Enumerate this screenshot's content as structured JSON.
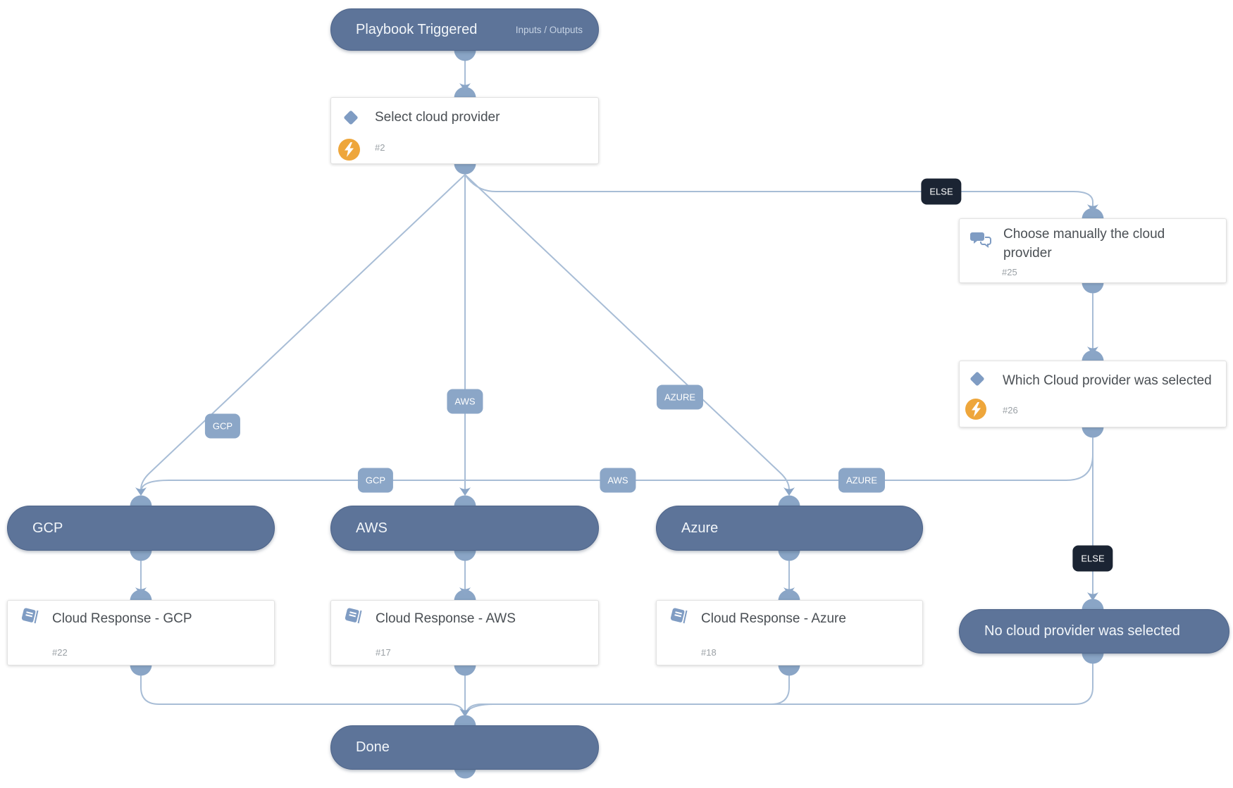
{
  "app": {
    "view": "playbook-workflow-canvas"
  },
  "colors": {
    "node_fill": "#5d7499",
    "node_border": "#4e6489",
    "connector_dot": "#8aa5c6",
    "wire": "#a8bdd6",
    "branch_label_bg": "#8ba6c7",
    "else_label_bg": "#1b2433",
    "card_bg": "#ffffff",
    "card_title": "#4a4f54",
    "task_id_text": "#9aa0a5",
    "automation_badge": "#eea63b",
    "task_icon_blue": "#7f9cc3"
  },
  "nodes": {
    "playbook": {
      "title": "Playbook Triggered",
      "io_link": "Inputs / Outputs"
    },
    "select": {
      "title": "Select cloud provider",
      "id": "#2",
      "icon": "condition-diamond-icon",
      "badge_icon": "automation-lightning-icon"
    },
    "choose": {
      "title": "Choose manually the cloud provider",
      "id": "#25",
      "icon": "manual-chat-icon"
    },
    "which": {
      "title": "Which Cloud provider was selected",
      "id": "#26",
      "icon": "condition-diamond-icon",
      "badge_icon": "automation-lightning-icon"
    },
    "gcp_header": {
      "title": "GCP"
    },
    "aws_header": {
      "title": "AWS"
    },
    "azure_header": {
      "title": "Azure"
    },
    "resp_gcp": {
      "title": "Cloud Response - GCP",
      "id": "#22",
      "icon": "playbook-book-icon"
    },
    "resp_aws": {
      "title": "Cloud Response - AWS",
      "id": "#17",
      "icon": "playbook-book-icon"
    },
    "resp_azure": {
      "title": "Cloud Response - Azure",
      "id": "#18",
      "icon": "playbook-book-icon"
    },
    "no_cloud": {
      "title": "No cloud provider was selected"
    },
    "done": {
      "title": "Done"
    }
  },
  "edge_labels": {
    "else1": "ELSE",
    "else2": "ELSE",
    "gcp1": "GCP",
    "aws1": "AWS",
    "azure1": "AZURE",
    "gcp2": "GCP",
    "aws2": "AWS",
    "azure2": "AZURE"
  }
}
